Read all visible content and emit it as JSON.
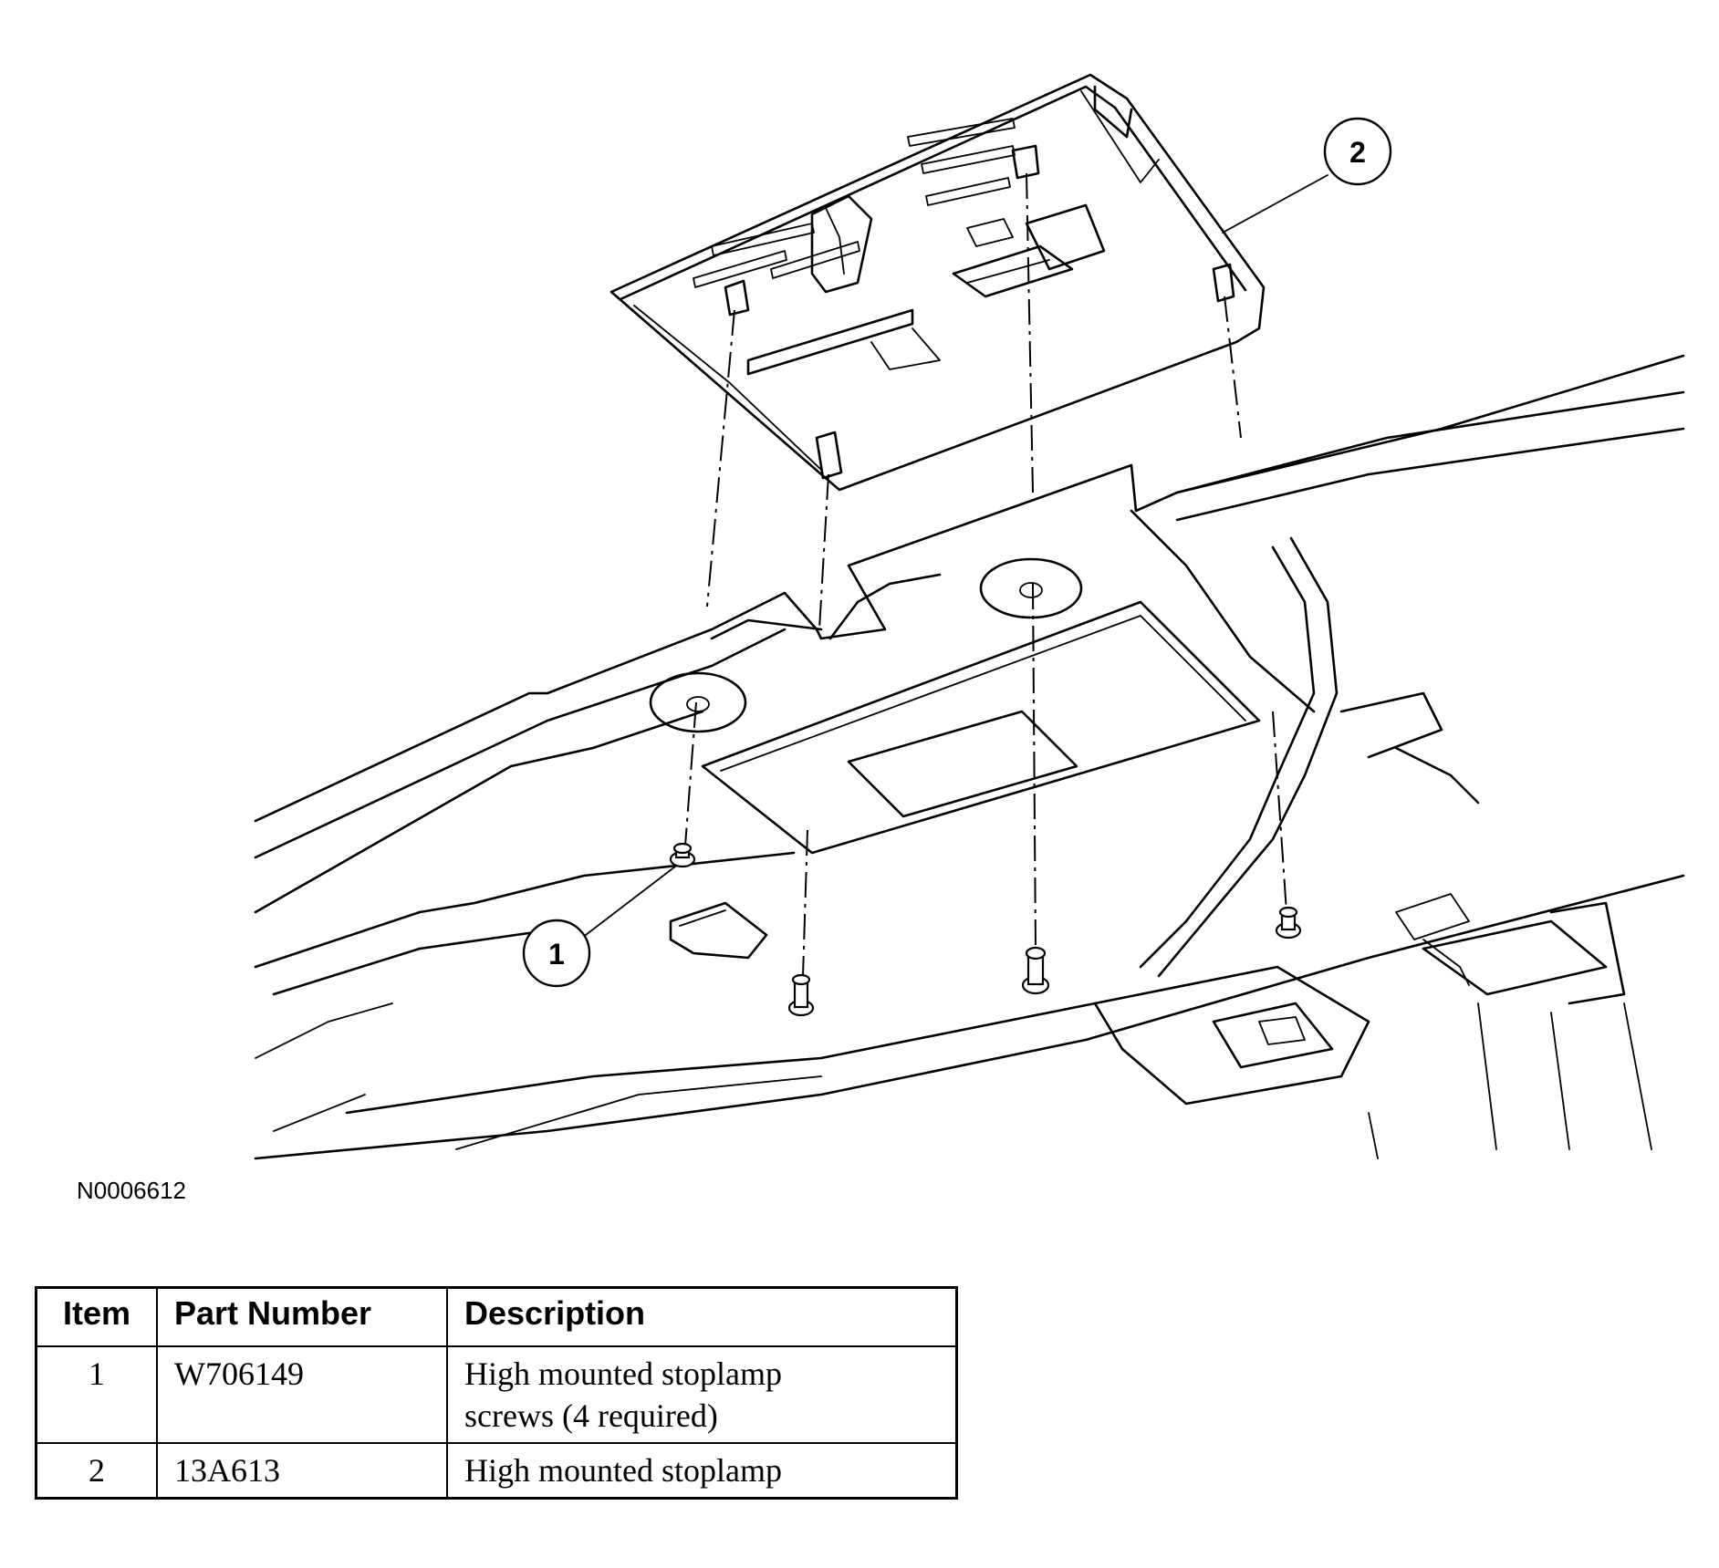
{
  "figure": {
    "code": "N0006612",
    "callouts": [
      {
        "label": "1"
      },
      {
        "label": "2"
      }
    ]
  },
  "legend_table": {
    "headers": [
      "Item",
      "Part Number",
      "Description"
    ],
    "rows": [
      {
        "item": "1",
        "part_number": "W706149",
        "description_line1": "High mounted stoplamp",
        "description_line2": "screws (4 required)"
      },
      {
        "item": "2",
        "part_number": "13A613",
        "description_line1": "High mounted stoplamp",
        "description_line2": ""
      }
    ]
  }
}
